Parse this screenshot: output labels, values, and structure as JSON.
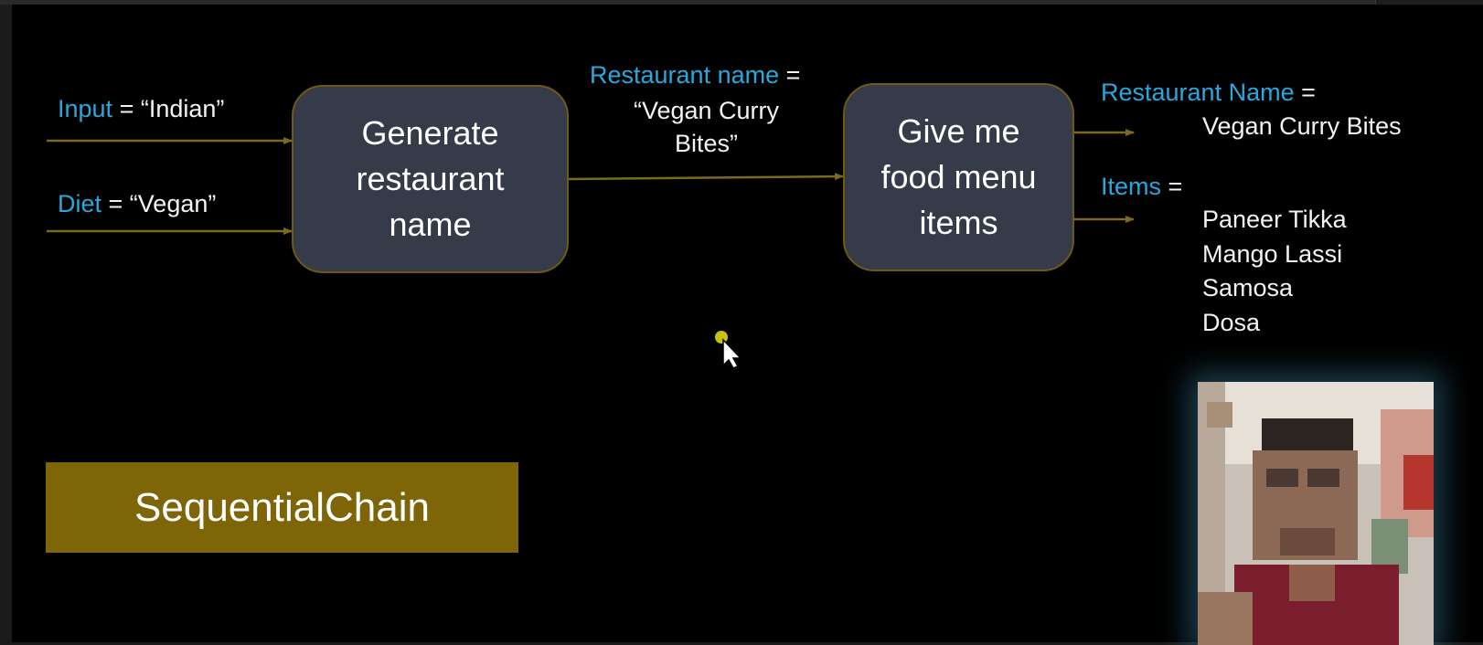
{
  "inputs": [
    {
      "key": "Input",
      "value": " = “Indian”"
    },
    {
      "key": "Diet",
      "value": " = “Vegan”"
    }
  ],
  "step1": {
    "lines": [
      "Generate",
      "restaurant",
      "name"
    ]
  },
  "intermediate": {
    "key": "Restaurant name",
    "eq": " =",
    "value_lines": [
      "“Vegan Curry",
      "Bites”"
    ]
  },
  "step2": {
    "lines": [
      "Give me",
      "food menu",
      "items"
    ]
  },
  "outputs": {
    "restaurant": {
      "key": "Restaurant Name",
      "eq": " =",
      "value": "Vegan Curry Bites"
    },
    "items": {
      "key": "Items",
      "eq": " =",
      "values": [
        "Paneer Tikka",
        "Mango Lassi",
        "Samosa",
        "Dosa"
      ]
    }
  },
  "banner": {
    "label": "SequentialChain"
  },
  "colors": {
    "key_text": "#27a9dd",
    "arrow": "#7a6a1c",
    "box_fill": "#353b48",
    "banner": "#7e6508"
  },
  "icons": {
    "cursor": "mouse-pointer-icon",
    "webcam": "presenter-webcam"
  }
}
